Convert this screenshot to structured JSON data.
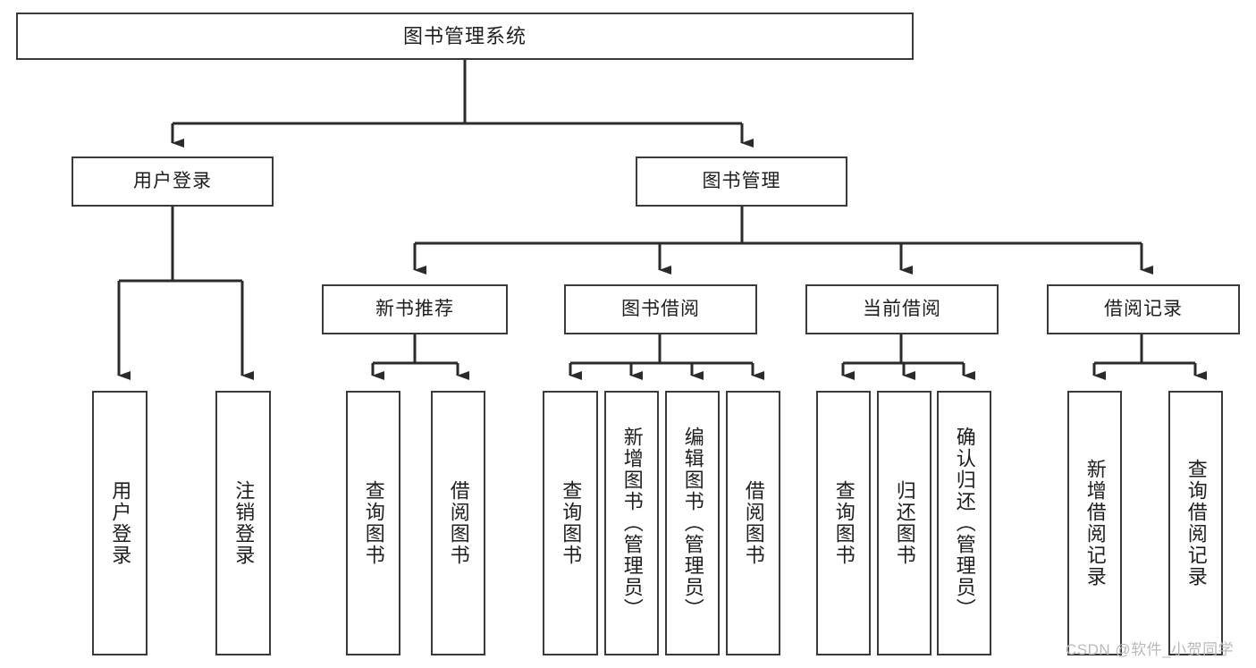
{
  "diagram": {
    "type": "tree-hierarchy",
    "title": "图书管理系统",
    "watermark": "CSDN @软件_小贺同学",
    "colors": {
      "box_border": "#3a3a3a",
      "box_fill": "#ffffff",
      "connector": "#2b2b2b",
      "text": "#1e1e1e",
      "watermark": "#b9b9b9"
    },
    "nodes": {
      "root": {
        "label": "图书管理系统"
      },
      "level2": [
        {
          "id": "user-login",
          "label": "用户登录"
        },
        {
          "id": "book-management",
          "label": "图书管理"
        }
      ],
      "level3": [
        {
          "id": "new-book-recommend",
          "label": "新书推荐"
        },
        {
          "id": "book-borrow",
          "label": "图书借阅"
        },
        {
          "id": "current-borrow",
          "label": "当前借阅"
        },
        {
          "id": "borrow-record",
          "label": "借阅记录"
        }
      ],
      "leaves": {
        "user-login": [
          {
            "id": "leaf-user-login",
            "label": "用户登录"
          },
          {
            "id": "leaf-logout",
            "label": "注销登录"
          }
        ],
        "new-book-recommend": [
          {
            "id": "leaf-query-book-1",
            "label": "查询图书"
          },
          {
            "id": "leaf-borrow-book-1",
            "label": "借阅图书"
          }
        ],
        "book-borrow": [
          {
            "id": "leaf-query-book-2",
            "label": "查询图书"
          },
          {
            "id": "leaf-add-book",
            "label": "新增图书（管理员）"
          },
          {
            "id": "leaf-edit-book",
            "label": "编辑图书（管理员）"
          },
          {
            "id": "leaf-borrow-book-2",
            "label": "借阅图书"
          }
        ],
        "current-borrow": [
          {
            "id": "leaf-query-book-3",
            "label": "查询图书"
          },
          {
            "id": "leaf-return-book",
            "label": "归还图书"
          },
          {
            "id": "leaf-confirm-return",
            "label": "确认归还（管理员）"
          }
        ],
        "borrow-record": [
          {
            "id": "leaf-add-record",
            "label": "新增借阅记录"
          },
          {
            "id": "leaf-query-record",
            "label": "查询借阅记录"
          }
        ]
      }
    }
  }
}
